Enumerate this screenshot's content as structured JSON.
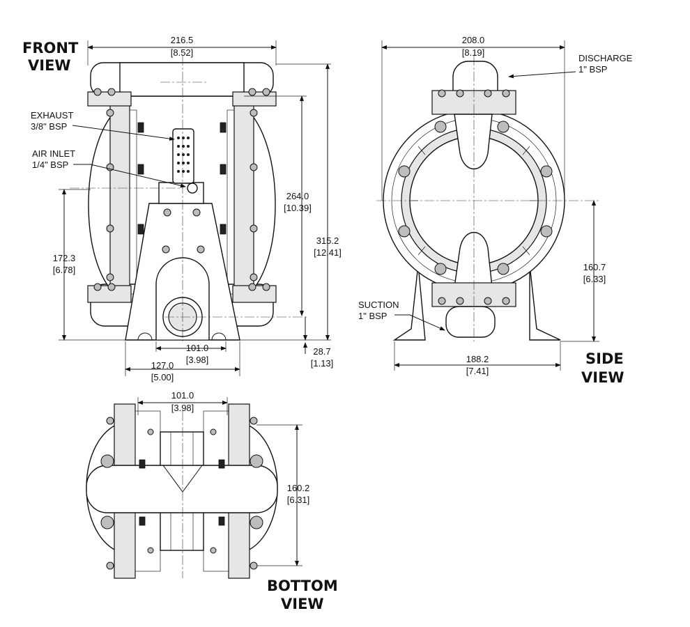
{
  "titles": {
    "front": [
      "FRONT",
      "VIEW"
    ],
    "side": [
      "SIDE",
      "VIEW"
    ],
    "bottom": [
      "BOTTOM",
      "VIEW"
    ]
  },
  "callouts": {
    "exhaust": [
      "EXHAUST",
      "3/8\" BSP"
    ],
    "air_inlet": [
      "AIR INLET",
      "1/4\" BSP"
    ],
    "discharge": [
      "DISCHARGE",
      "1\" BSP"
    ],
    "suction": [
      "SUCTION",
      "1\" BSP"
    ]
  },
  "dimensions": {
    "front_width": [
      "216.5",
      "[8.52]"
    ],
    "front_height_264": [
      "264.0",
      "[10.39]"
    ],
    "front_height_315": [
      "315.2",
      "[12.41]"
    ],
    "front_height_172": [
      "172.3",
      "[6.78]"
    ],
    "front_base_101": [
      "101.0",
      "[3.98]"
    ],
    "front_base_127": [
      "127.0",
      "[5.00]"
    ],
    "front_base_28": [
      "28.7",
      "[1.13]"
    ],
    "side_width": [
      "208.0",
      "[8.19]"
    ],
    "side_height": [
      "160.7",
      "[6.33]"
    ],
    "side_base": [
      "188.2",
      "[7.41]"
    ],
    "bottom_width": [
      "101.0",
      "[3.98]"
    ],
    "bottom_height": [
      "160.2",
      "[6.31]"
    ]
  }
}
